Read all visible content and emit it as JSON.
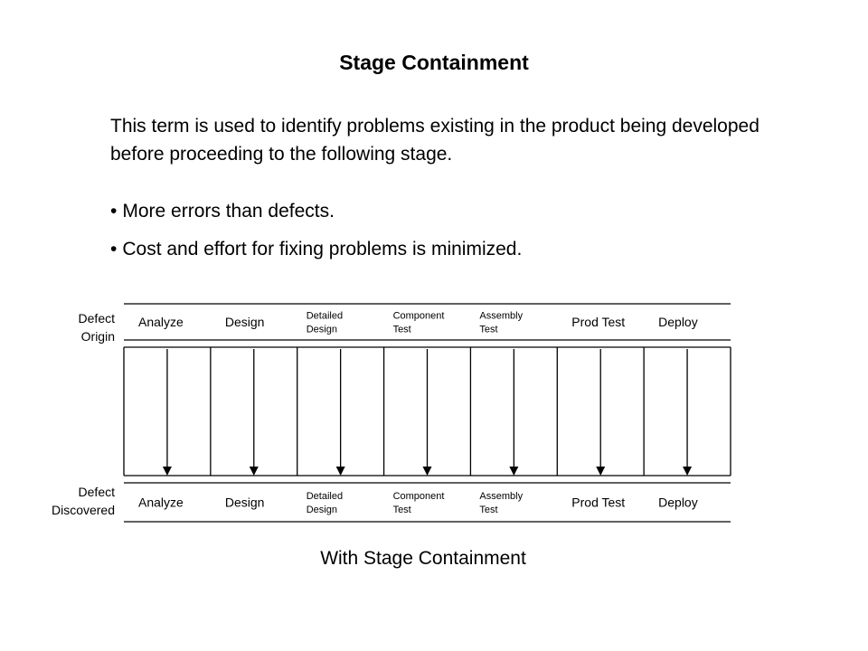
{
  "slide": {
    "title": "Stage Containment",
    "description": "This term is used to identify problems existing in the product being developed before proceeding to the following stage.",
    "bullets": [
      "More errors than defects.",
      "Cost and effort for fixing problems is minimized."
    ],
    "bullet_glyph": "•",
    "caption": "With Stage Containment"
  },
  "diagram": {
    "origin_label": [
      "Defect",
      "Origin"
    ],
    "discovered_label": [
      "Defect",
      "Discovered"
    ],
    "origin_stages": [
      [
        "Analyze"
      ],
      [
        "Design"
      ],
      [
        "Detailed",
        "Design"
      ],
      [
        "Component",
        "Test"
      ],
      [
        "Assembly",
        "Test"
      ],
      [
        "Prod Test"
      ],
      [
        "Deploy"
      ]
    ],
    "discovered_stages": [
      [
        "Analyze"
      ],
      [
        "Design"
      ],
      [
        "Detailed",
        "Design"
      ],
      [
        "Component",
        "Test"
      ],
      [
        "Assembly",
        "Test"
      ],
      [
        "Prod Test"
      ],
      [
        "Deploy"
      ]
    ],
    "arrows": [
      {
        "from": 0,
        "to": 0
      },
      {
        "from": 1,
        "to": 1
      },
      {
        "from": 2,
        "to": 2
      },
      {
        "from": 3,
        "to": 3
      },
      {
        "from": 4,
        "to": 4
      },
      {
        "from": 5,
        "to": 5
      },
      {
        "from": 6,
        "to": 6
      }
    ],
    "line_color": "#000000"
  }
}
